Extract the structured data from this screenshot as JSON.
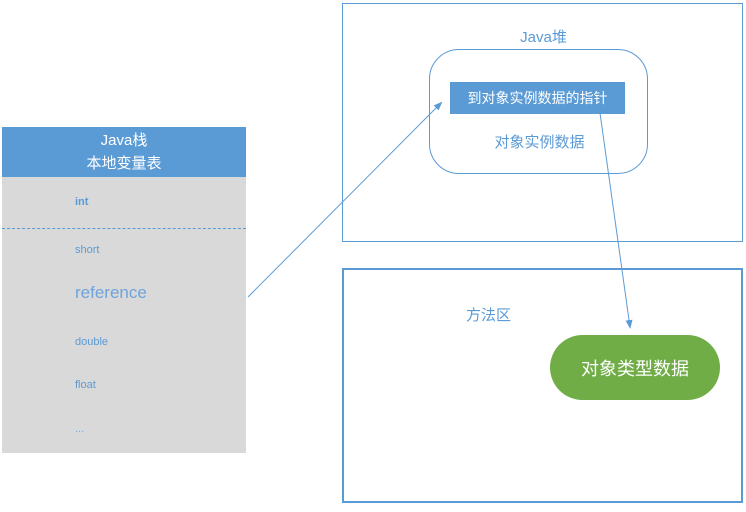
{
  "colors": {
    "accent_blue": "#5b9bd5",
    "body_gray": "#d9d9d9",
    "pill_green": "#70ad47"
  },
  "stack_box": {
    "title_line1": "Java栈",
    "title_line2": "本地变量表",
    "items": [
      {
        "label": "int"
      },
      {
        "label": "short"
      },
      {
        "label": "reference"
      },
      {
        "label": "double"
      },
      {
        "label": "float"
      },
      {
        "label": "..."
      }
    ]
  },
  "heap_box": {
    "title": "Java堆",
    "pointer_label": "到对象实例数据的指针",
    "instance_label": "对象实例数据"
  },
  "method_area_box": {
    "title": "方法区",
    "type_data_label": "对象类型数据"
  }
}
